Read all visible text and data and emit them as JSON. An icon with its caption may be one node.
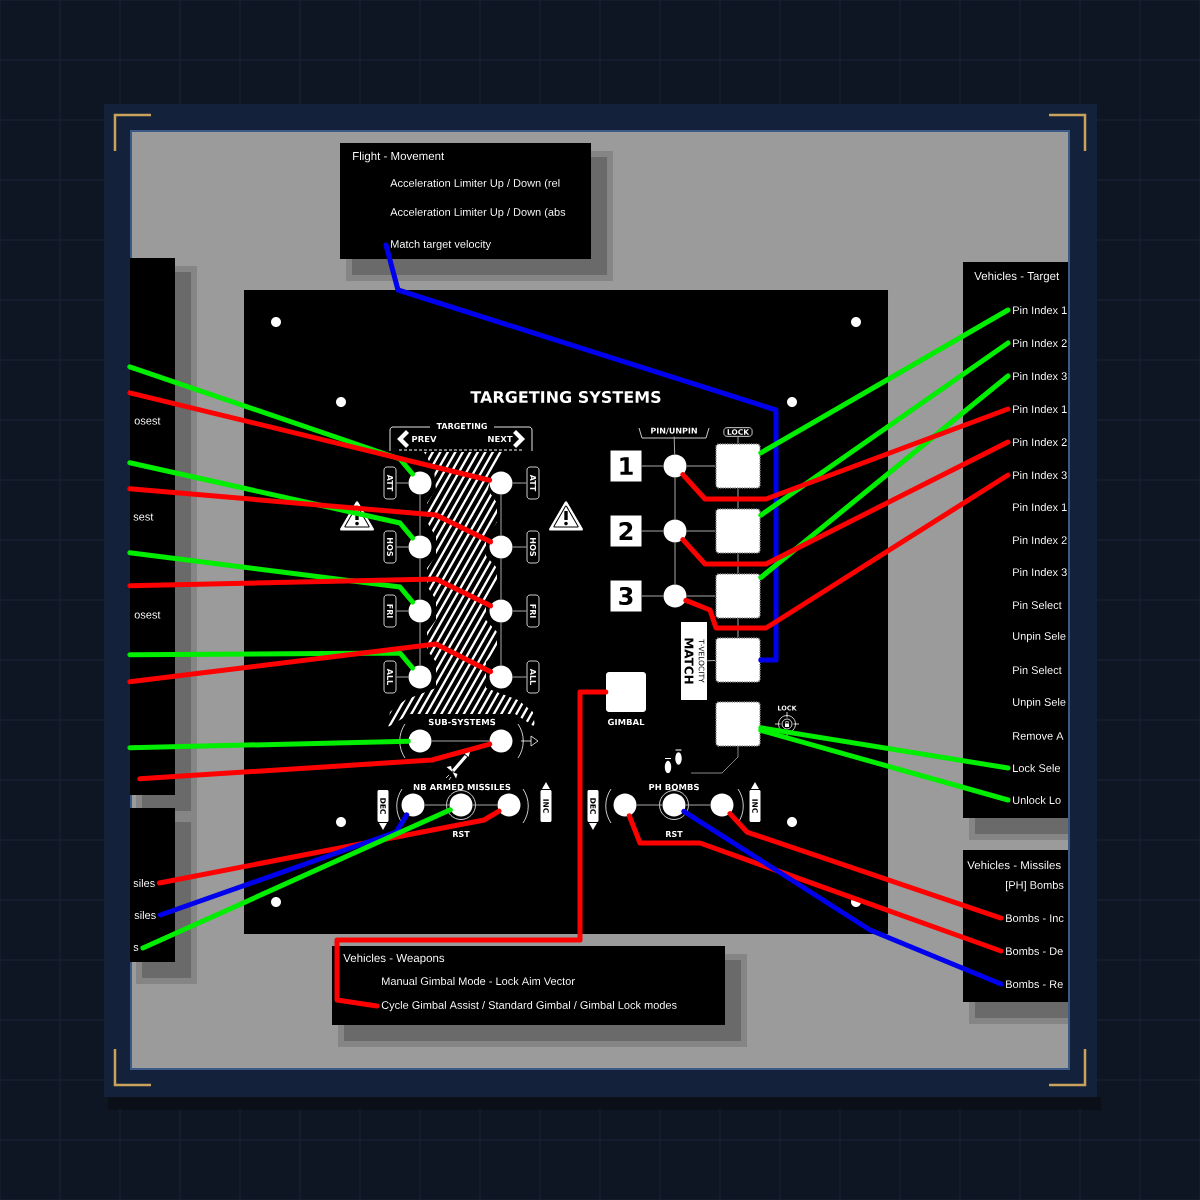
{
  "diagram": {
    "nodes": [
      {
        "text": [
          "Flight - Movement"
        ]
      },
      {
        "text": [
          "Acceleration Limiter Up / Down (rel"
        ],
        "in": 0
      },
      {
        "text": [
          "Acceleration Limiter Up / Down (abs"
        ],
        "in": 0
      },
      {
        "text": [
          "Match target velocity"
        ],
        "in": 0
      },
      {
        "text": [],
        "shape": "box"
      },
      {
        "text": [
          "osest"
        ],
        "in": 4
      },
      {
        "text": [
          "sest"
        ],
        "in": 4
      },
      {
        "text": [
          "osest"
        ],
        "in": 4
      },
      {
        "text": [
          "Vehicles - Target"
        ]
      },
      {
        "text": [
          "Pin Index 1"
        ],
        "in": 8
      },
      {
        "text": [
          "Pin Index 2"
        ],
        "in": 8
      },
      {
        "text": [
          "Pin Index 3"
        ],
        "in": 8
      },
      {
        "text": [
          "Pin Index 1"
        ],
        "in": 8
      },
      {
        "text": [
          "Pin Index 2"
        ],
        "in": 8
      },
      {
        "text": [
          "Pin Index 3"
        ],
        "in": 8
      },
      {
        "text": [
          "Pin Index 1"
        ],
        "in": 8
      },
      {
        "text": [
          "Pin Index 2"
        ],
        "in": 8
      },
      {
        "text": [
          "Pin Index 3"
        ],
        "in": 8
      },
      {
        "text": [
          "Pin Select"
        ],
        "in": 8
      },
      {
        "text": [
          "Unpin Sele"
        ],
        "in": 8
      },
      {
        "text": [
          "Pin Select"
        ],
        "in": 8
      },
      {
        "text": [
          "Unpin Sele"
        ],
        "in": 8
      },
      {
        "text": [
          "Remove A"
        ],
        "in": 8
      },
      {
        "text": [
          "Lock Sele"
        ],
        "in": 8
      },
      {
        "text": [
          "Unlock Lo"
        ],
        "in": 8
      },
      {
        "text": [
          "TARGETING SYSTEMS"
        ]
      },
      {
        "text": [
          "TARGETING",
          "PREV",
          "NEXT"
        ],
        "in": 25
      },
      {
        "text": [
          "ATT"
        ],
        "in": 25
      },
      {
        "text": [],
        "shape": "circle",
        "in": 25
      },
      {
        "text": [],
        "shape": "circle",
        "in": 25
      },
      {
        "text": [
          "ATT"
        ],
        "in": 25
      },
      {
        "text": [
          "HOS"
        ],
        "in": 25
      },
      {
        "text": [],
        "shape": "circle",
        "in": 25
      },
      {
        "text": [],
        "shape": "circle",
        "in": 25
      },
      {
        "text": [
          "HOS"
        ],
        "in": 25
      },
      {
        "text": [
          "FRI"
        ],
        "in": 25
      },
      {
        "text": [],
        "shape": "circle",
        "in": 25
      },
      {
        "text": [],
        "shape": "circle",
        "in": 25
      },
      {
        "text": [
          "FRI"
        ],
        "in": 25
      },
      {
        "text": [
          "ALL"
        ],
        "in": 25
      },
      {
        "text": [],
        "shape": "circle",
        "in": 25
      },
      {
        "text": [],
        "shape": "circle",
        "in": 25
      },
      {
        "text": [
          "ALL"
        ],
        "in": 25
      },
      {
        "text": [],
        "shape": "circle",
        "in": 25
      },
      {
        "text": [],
        "shape": "circle",
        "in": 25
      },
      {
        "text": [
          "DEC"
        ],
        "in": 25
      },
      {
        "text": [],
        "shape": "circle",
        "in": 25
      },
      {
        "text": [],
        "shape": "circle",
        "in": 25,
        "beside": [
          "RST"
        ]
      },
      {
        "text": [],
        "shape": "circle",
        "in": 25
      },
      {
        "text": [
          "INC"
        ],
        "in": 25
      },
      {
        "text": [
          "PIN/UNPIN"
        ],
        "in": 25
      },
      {
        "text": [
          "LOCK"
        ],
        "in": 25
      },
      {
        "text": [
          "1"
        ],
        "in": 25
      },
      {
        "text": [],
        "shape": "circle",
        "in": 25
      },
      {
        "text": [],
        "shape": "box",
        "in": 25
      },
      {
        "text": [
          "2"
        ],
        "in": 25
      },
      {
        "text": [],
        "shape": "circle",
        "in": 25
      },
      {
        "text": [],
        "shape": "box",
        "in": 25
      },
      {
        "text": [
          "3"
        ],
        "in": 25
      },
      {
        "text": [],
        "shape": "circle",
        "in": 25
      },
      {
        "text": [],
        "shape": "box",
        "in": 25
      },
      {
        "text": [
          "MATCH",
          "T·VELOCITY"
        ],
        "in": 25
      },
      {
        "text": [],
        "shape": "box",
        "in": 25
      },
      {
        "text": [],
        "shape": "box",
        "in": 25,
        "beside": [
          "GIMBAL"
        ]
      },
      {
        "text": [],
        "shape": "box",
        "in": 25,
        "beside": [
          "LOCK"
        ]
      },
      {
        "text": [
          "DEC"
        ],
        "in": 25
      },
      {
        "text": [],
        "shape": "circle",
        "in": 25
      },
      {
        "text": [],
        "shape": "circle",
        "in": 25,
        "beside": [
          "RST"
        ]
      },
      {
        "text": [],
        "shape": "circle",
        "in": 25
      },
      {
        "text": [
          "INC"
        ],
        "in": 25
      },
      {
        "text": [],
        "shape": "box"
      },
      {
        "text": [
          "siles"
        ],
        "in": 70
      },
      {
        "text": [
          "siles"
        ],
        "in": 70
      },
      {
        "text": [
          "s"
        ],
        "in": 70
      },
      {
        "text": [
          "Vehicles - Weapons"
        ]
      },
      {
        "text": [
          "Manual Gimbal Mode - Lock Aim Vector"
        ],
        "in": 74
      },
      {
        "text": [
          "Cycle Gimbal Assist / Standard Gimbal / Gimbal Lock modes"
        ],
        "in": 74
      },
      {
        "text": [
          "Vehicles - Missiles"
        ]
      },
      {
        "text": [
          "[PH] Bombs"
        ],
        "in": 77
      },
      {
        "text": [
          "Bombs - Inc"
        ],
        "in": 77
      },
      {
        "text": [
          "Bombs - De"
        ],
        "in": 77
      },
      {
        "text": [
          "Bombs - Re"
        ],
        "in": 77
      }
    ],
    "edges": [
      {
        "from": 3,
        "to": 62,
        "arrow": "none",
        "style": "thick",
        "color": "#0000ee"
      },
      {
        "from": 4,
        "to": 28,
        "arrow": "none",
        "style": "thick",
        "color": "#00ee00"
      },
      {
        "from": 4,
        "to": 29,
        "arrow": "none",
        "style": "thick",
        "color": "#ff0000"
      },
      {
        "from": 4,
        "to": 32,
        "arrow": "none",
        "style": "thick",
        "color": "#00ee00"
      },
      {
        "from": 4,
        "to": 33,
        "arrow": "none",
        "style": "thick",
        "color": "#ff0000"
      },
      {
        "from": 4,
        "to": 36,
        "arrow": "none",
        "style": "thick",
        "color": "#00ee00"
      },
      {
        "from": 4,
        "to": 37,
        "arrow": "none",
        "style": "thick",
        "color": "#ff0000"
      },
      {
        "from": 4,
        "to": 40,
        "arrow": "none",
        "style": "thick",
        "color": "#00ee00"
      },
      {
        "from": 4,
        "to": 41,
        "arrow": "none",
        "style": "thick",
        "color": "#ff0000"
      },
      {
        "from": 4,
        "to": 43,
        "arrow": "none",
        "style": "thick",
        "color": "#00ee00"
      },
      {
        "from": 4,
        "to": 44,
        "arrow": "none",
        "style": "thick",
        "color": "#ff0000"
      },
      {
        "from": 9,
        "to": 54,
        "arrow": "none",
        "style": "thick",
        "color": "#00ee00"
      },
      {
        "from": 10,
        "to": 57,
        "arrow": "none",
        "style": "thick",
        "color": "#00ee00"
      },
      {
        "from": 11,
        "to": 60,
        "arrow": "none",
        "style": "thick",
        "color": "#00ee00"
      },
      {
        "from": 12,
        "to": 53,
        "arrow": "none",
        "style": "thick",
        "color": "#ff0000"
      },
      {
        "from": 13,
        "to": 56,
        "arrow": "none",
        "style": "thick",
        "color": "#ff0000"
      },
      {
        "from": 14,
        "to": 59,
        "arrow": "none",
        "style": "thick",
        "color": "#ff0000"
      },
      {
        "from": 23,
        "to": 64,
        "arrow": "none",
        "style": "thick",
        "color": "#00ee00"
      },
      {
        "from": 24,
        "to": 64,
        "arrow": "none",
        "style": "thick",
        "color": "#00ee00"
      },
      {
        "from": 71,
        "to": 48,
        "arrow": "none",
        "style": "thick",
        "color": "#ff0000"
      },
      {
        "from": 72,
        "to": 46,
        "arrow": "none",
        "style": "thick",
        "color": "#0000ee"
      },
      {
        "from": 73,
        "to": 47,
        "arrow": "none",
        "style": "thick",
        "color": "#00ee00"
      },
      {
        "from": 76,
        "to": 63,
        "arrow": "none",
        "style": "thick",
        "color": "#ff0000"
      },
      {
        "from": 79,
        "to": 68,
        "arrow": "none",
        "style": "thick",
        "color": "#ff0000"
      },
      {
        "from": 80,
        "to": 66,
        "arrow": "none",
        "style": "thick",
        "color": "#ff0000"
      },
      {
        "from": 81,
        "to": 67,
        "arrow": "none",
        "style": "thick",
        "color": "#0000ee"
      },
      {
        "from": 27,
        "to": 28,
        "arrow": "none"
      },
      {
        "from": 29,
        "to": 30,
        "arrow": "none"
      },
      {
        "from": 31,
        "to": 32,
        "arrow": "none"
      },
      {
        "from": 33,
        "to": 34,
        "arrow": "none"
      },
      {
        "from": 35,
        "to": 36,
        "arrow": "none"
      },
      {
        "from": 37,
        "to": 38,
        "arrow": "none"
      },
      {
        "from": 39,
        "to": 40,
        "arrow": "none"
      },
      {
        "from": 41,
        "to": 42,
        "arrow": "none"
      },
      {
        "from": 28,
        "to": 32,
        "arrow": "none"
      },
      {
        "from": 32,
        "to": 36,
        "arrow": "none"
      },
      {
        "from": 36,
        "to": 40,
        "arrow": "none"
      },
      {
        "from": 29,
        "to": 33,
        "arrow": "none"
      },
      {
        "from": 33,
        "to": 37,
        "arrow": "none"
      },
      {
        "from": 37,
        "to": 41,
        "arrow": "none"
      },
      {
        "from": 43,
        "to": 44,
        "arrow": "none"
      },
      {
        "from": 46,
        "to": 47,
        "arrow": "none"
      },
      {
        "from": 47,
        "to": 48,
        "arrow": "none"
      },
      {
        "from": 66,
        "to": 67,
        "arrow": "none"
      },
      {
        "from": 67,
        "to": 68,
        "arrow": "none"
      },
      {
        "from": 52,
        "to": 53,
        "arrow": "none"
      },
      {
        "from": 53,
        "to": 54,
        "arrow": "none"
      },
      {
        "from": 55,
        "to": 56,
        "arrow": "none"
      },
      {
        "from": 56,
        "to": 57,
        "arrow": "none"
      },
      {
        "from": 58,
        "to": 59,
        "arrow": "none"
      },
      {
        "from": 59,
        "to": 60,
        "arrow": "none"
      },
      {
        "from": 50,
        "to": 53,
        "arrow": "none"
      },
      {
        "from": 53,
        "to": 56,
        "arrow": "none"
      },
      {
        "from": 56,
        "to": 59,
        "arrow": "none"
      },
      {
        "from": 51,
        "to": 54,
        "arrow": "none"
      },
      {
        "from": 54,
        "to": 57,
        "arrow": "none"
      },
      {
        "from": 57,
        "to": 60,
        "arrow": "none"
      },
      {
        "from": 60,
        "to": 62,
        "arrow": "none"
      },
      {
        "from": 61,
        "to": 62,
        "arrow": "none"
      }
    ],
    "labels": [
      "SUB-SYSTEMS",
      "NB ARMED MISSILES",
      "PH BOMBS"
    ]
  }
}
